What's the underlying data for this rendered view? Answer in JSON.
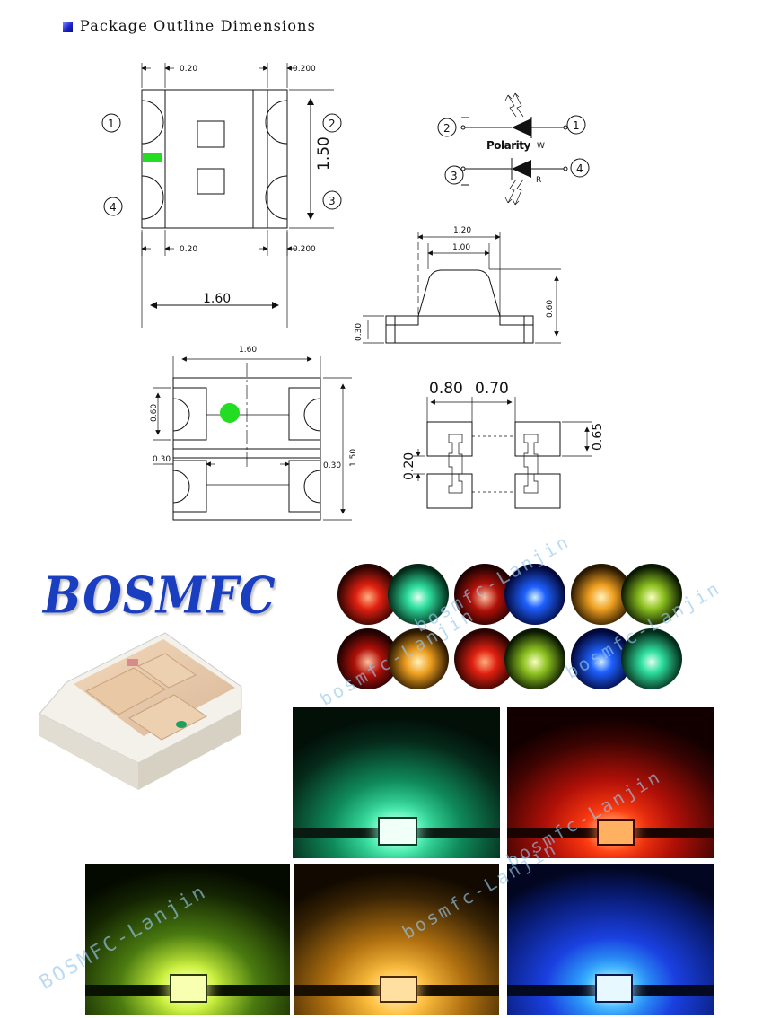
{
  "header": {
    "title": "Package Outline Dimensions"
  },
  "top_view": {
    "pad_width_left_top": "0.20",
    "pad_width_right_top": "0.200",
    "pad_width_left_bottom": "0.20",
    "pad_width_right_bottom": "0.200",
    "height": "1.50",
    "width": "1.60",
    "pins": [
      "1",
      "2",
      "3",
      "4"
    ]
  },
  "polarity": {
    "label": "Polarity",
    "pin_2": "2",
    "pin_1": "1",
    "pin_3": "3",
    "pin_4": "4",
    "chip_w": "W",
    "chip_r": "R"
  },
  "side_view": {
    "top_outer": "1.20",
    "top_inner": "1.00",
    "total_height": "0.60",
    "base_height": "0.30"
  },
  "bottom_view": {
    "width": "1.60",
    "pad_height": "0.60",
    "pad_offset_left": "0.30",
    "pad_offset_right": "0.30",
    "height": "1.50"
  },
  "land_pattern": {
    "pad_width": "0.80",
    "gap": "0.70",
    "pad_height": "0.65",
    "spacing": "0.20"
  },
  "brand": {
    "name": "BOSMFC"
  },
  "watermarks": [
    "bosmfc-Lanjin",
    "bosmfc-Lanjin",
    "bosmfc-Lanjin",
    "bosmfc-Lanjin",
    "bosmfc-Lanjin",
    "BOSMFC-Lanjin"
  ],
  "colors": {
    "accent_green": "#22dd22",
    "brand_blue": "#1a3ec0",
    "led_green": "#2fe8a0",
    "led_red": "#ff2a10",
    "led_yellow_green": "#c8f03a",
    "led_amber": "#ffb020",
    "led_blue": "#1e5cff"
  },
  "icons": [
    "bullet-icon",
    "diode-icon",
    "light-emission-icon"
  ]
}
